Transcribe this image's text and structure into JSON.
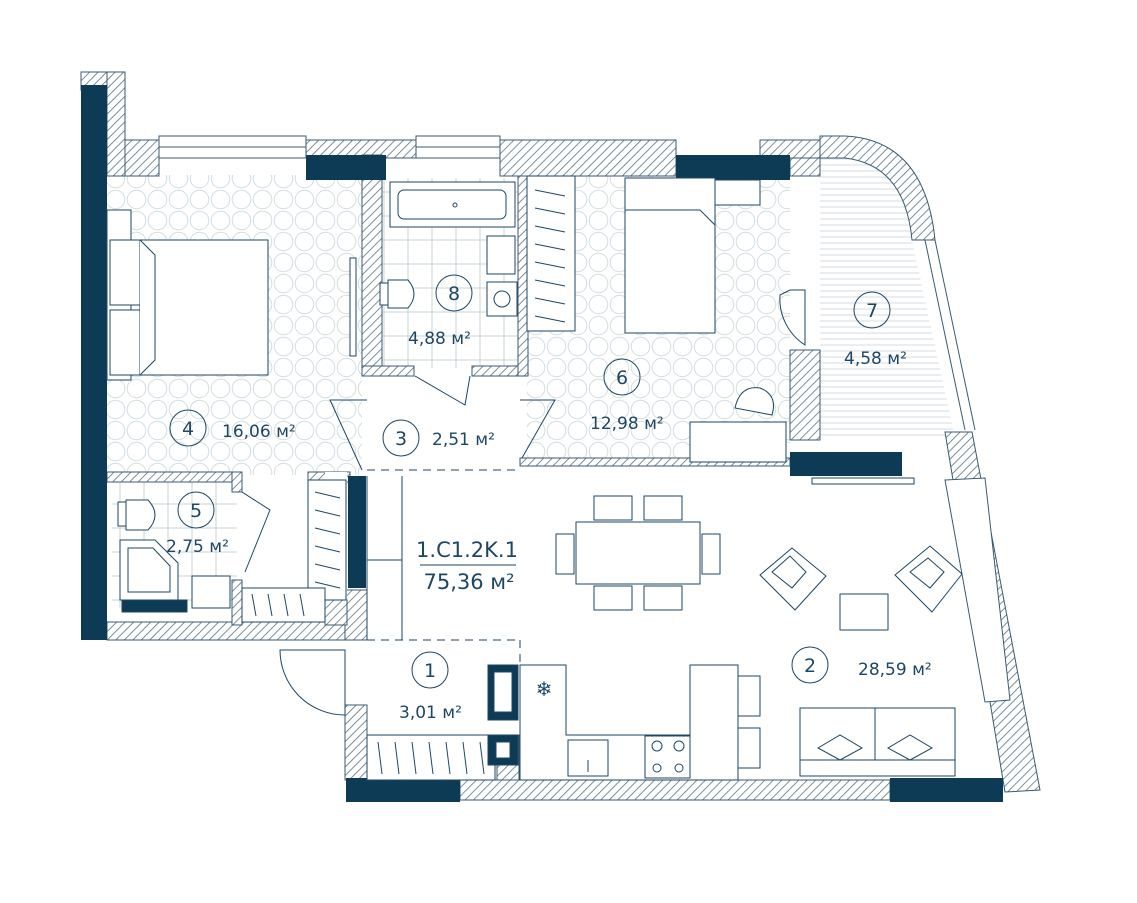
{
  "apartment": {
    "code": "1.C1.2K.1",
    "total_area": "75,36 м²"
  },
  "rooms": [
    {
      "number": "1",
      "area": "3,01 м²"
    },
    {
      "number": "2",
      "area": "28,59 м²"
    },
    {
      "number": "3",
      "area": "2,51 м²"
    },
    {
      "number": "4",
      "area": "16,06 м²"
    },
    {
      "number": "5",
      "area": "2,75 м²"
    },
    {
      "number": "6",
      "area": "12,98 м²"
    },
    {
      "number": "7",
      "area": "4,58 м²"
    },
    {
      "number": "8",
      "area": "4,88 м²"
    }
  ],
  "colors": {
    "wall_dark": "#0d3a55",
    "line": "#1e4663",
    "hatch": "#5a7385",
    "floor_pattern": "#d3dde3",
    "tile": "#c9d3da"
  }
}
